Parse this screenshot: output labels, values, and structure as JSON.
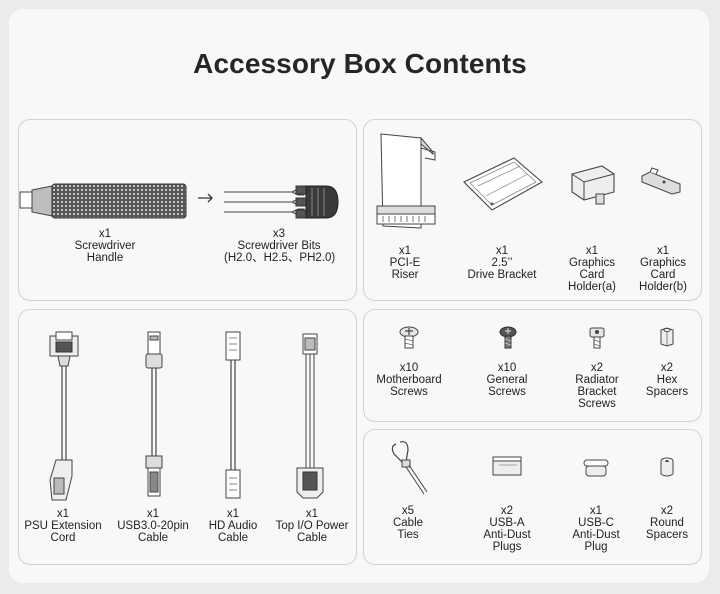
{
  "title": "Accessory Box Contents",
  "items": {
    "screwdriver_handle": {
      "qty": "x1",
      "line1": "Screwdriver",
      "line2": "Handle"
    },
    "screwdriver_bits": {
      "qty": "x3",
      "line1": "Screwdriver Bits",
      "line2": "(H2.0、H2.5、PH2.0)"
    },
    "pcie_riser": {
      "qty": "x1",
      "line1": "PCI-E",
      "line2": "Riser"
    },
    "drive_bracket": {
      "qty": "x1",
      "line1": "2.5’’",
      "line2": "Drive Bracket"
    },
    "gpu_holder_a": {
      "qty": "x1",
      "line1": "Graphics",
      "line2": "Card",
      "line3": "Holder(a)"
    },
    "gpu_holder_b": {
      "qty": "x1",
      "line1": "Graphics",
      "line2": "Card",
      "line3": "Holder(b)"
    },
    "psu_extension": {
      "qty": "x1",
      "line1": "PSU Extension",
      "line2": "Cord"
    },
    "usb30_cable": {
      "qty": "x1",
      "line1": "USB3.0-20pin",
      "line2": "Cable"
    },
    "hd_audio_cable": {
      "qty": "x1",
      "line1": "HD Audio",
      "line2": "Cable"
    },
    "top_io_power": {
      "qty": "x1",
      "line1": "Top I/O Power",
      "line2": "Cable"
    },
    "motherboard_screws": {
      "qty": "x10",
      "line1": "Motherboard",
      "line2": "Screws"
    },
    "general_screws": {
      "qty": "x10",
      "line1": "General",
      "line2": "Screws"
    },
    "radiator_screws": {
      "qty": "x2",
      "line1": "Radiator",
      "line2": "Bracket",
      "line3": "Screws"
    },
    "hex_spacers": {
      "qty": "x2",
      "line1": "Hex",
      "line2": "Spacers"
    },
    "cable_ties": {
      "qty": "x5",
      "line1": "Cable",
      "line2": "Ties"
    },
    "usba_plugs": {
      "qty": "x2",
      "line1": "USB-A",
      "line2": "Anti-Dust",
      "line3": "Plugs"
    },
    "usbc_plug": {
      "qty": "x1",
      "line1": "USB-C",
      "line2": "Anti-Dust",
      "line3": "Plug"
    },
    "round_spacers": {
      "qty": "x2",
      "line1": "Round",
      "line2": "Spacers"
    }
  }
}
